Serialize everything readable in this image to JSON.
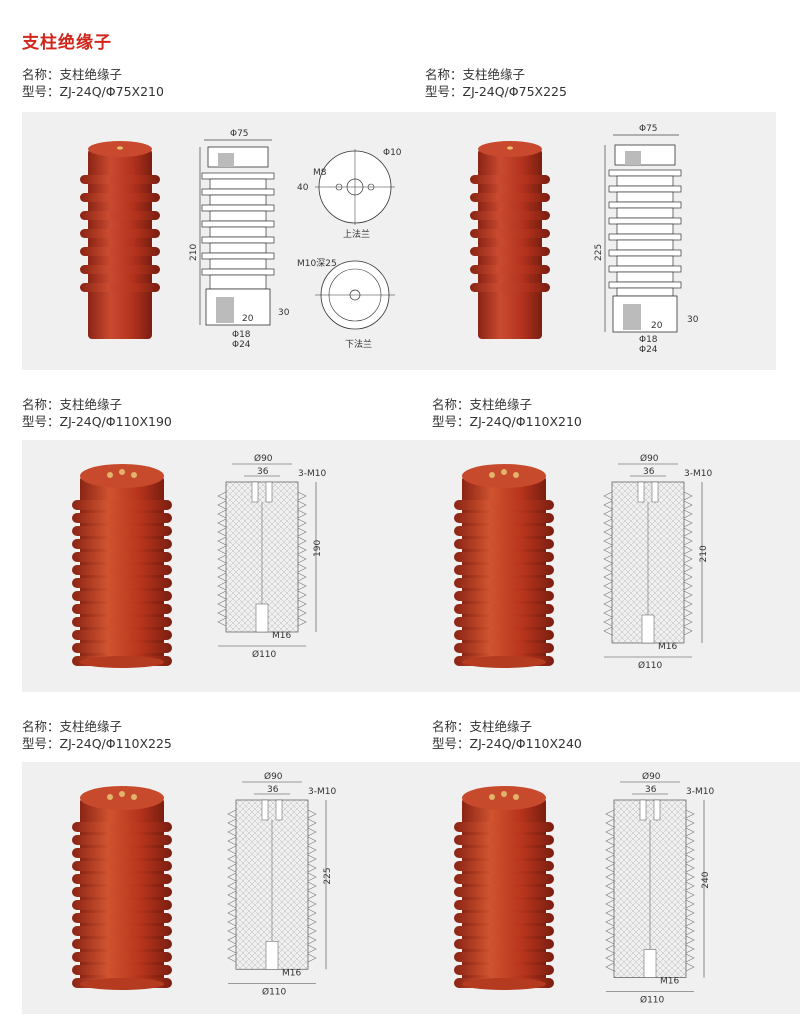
{
  "page_title": "支柱绝缘子",
  "products": [
    {
      "name": "名称：支柱绝缘子",
      "model": "型号：ZJ-24Q/Φ75X210",
      "dims": {
        "top_dia": "Φ75",
        "height": "210",
        "base_h": "30",
        "boss": "20",
        "d1": "Φ18",
        "d2": "Φ24"
      }
    },
    {
      "name": "名称：支柱绝缘子",
      "model": "型号：ZJ-24Q/Φ75X225",
      "dims": {
        "top_dia": "Φ75",
        "height": "225",
        "base_h": "30",
        "boss": "20",
        "d1": "Φ18",
        "d2": "Φ24"
      }
    },
    {
      "name": "名称：支柱绝缘子",
      "model": "型号：ZJ-24Q/Φ110X190",
      "dims": {
        "top_dia": "Ø90",
        "inner": "36",
        "thread": "3-M10",
        "height": "190",
        "bottom_thread": "M16",
        "base_dia": "Ø110"
      }
    },
    {
      "name": "名称：支柱绝缘子",
      "model": "型号：ZJ-24Q/Φ110X210",
      "dims": {
        "top_dia": "Ø90",
        "inner": "36",
        "thread": "3-M10",
        "height": "210",
        "bottom_thread": "M16",
        "base_dia": "Ø110"
      }
    },
    {
      "name": "名称：支柱绝缘子",
      "model": "型号：ZJ-24Q/Φ110X225",
      "dims": {
        "top_dia": "Ø90",
        "inner": "36",
        "thread": "3-M10",
        "height": "225",
        "bottom_thread": "M16",
        "base_dia": "Ø110"
      }
    },
    {
      "name": "名称：支柱绝缘子",
      "model": "型号：ZJ-24Q/Φ110X240",
      "dims": {
        "top_dia": "Ø90",
        "inner": "36",
        "thread": "3-M10",
        "height": "240",
        "bottom_thread": "M16",
        "base_dia": "Ø110"
      }
    }
  ],
  "flange_views": {
    "upper": {
      "label": "上法兰",
      "hole": "Φ10",
      "pcd": "40",
      "center": "M8"
    },
    "lower": {
      "label": "下法兰",
      "note": "M10深25"
    }
  },
  "colors": {
    "insulator": "#b8311f",
    "title": "#d0261c",
    "band": "#f0f0f0"
  }
}
